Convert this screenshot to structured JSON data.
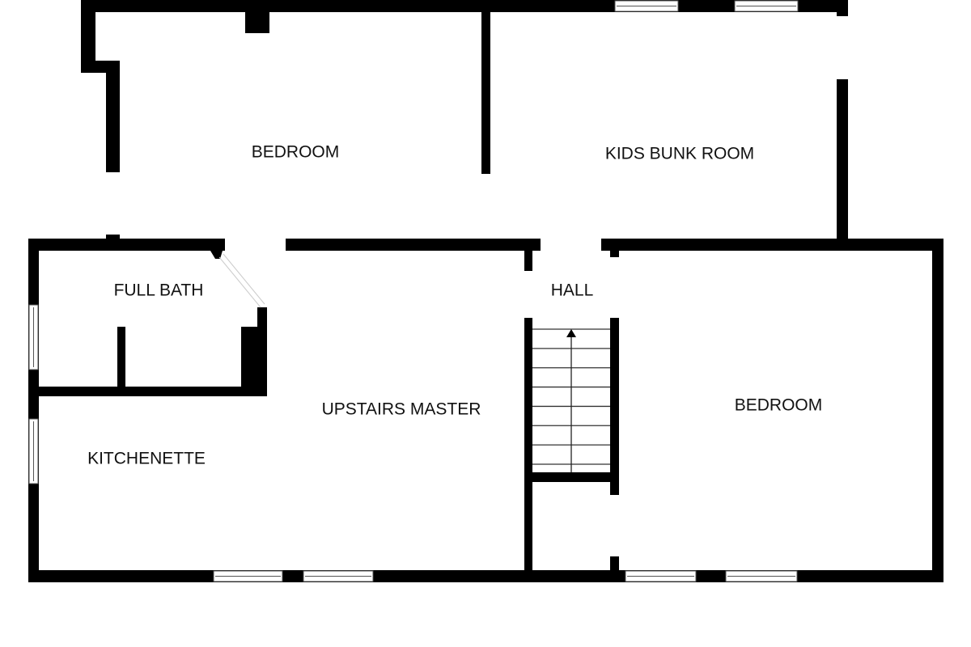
{
  "floorplan": {
    "rooms": {
      "bedroom_top": "BEDROOM",
      "kids_bunk_room": "KIDS BUNK ROOM",
      "full_bath": "FULL BATH",
      "hall": "HALL",
      "upstairs_master": "UPSTAIRS MASTER",
      "kitchenette": "KITCHENETTE",
      "bedroom_right": "BEDROOM"
    },
    "colors": {
      "wall": "#000000",
      "background": "#ffffff"
    },
    "stairs": {
      "direction": "up",
      "treads": 8
    }
  }
}
